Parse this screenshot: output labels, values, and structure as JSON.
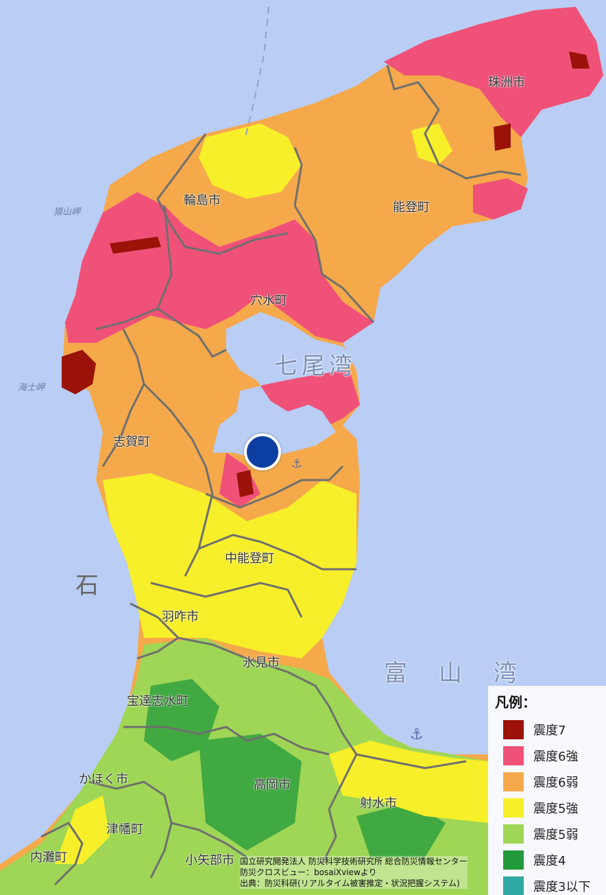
{
  "map": {
    "cities": [
      {
        "id": "suzu",
        "name": "珠洲市"
      },
      {
        "id": "wajima",
        "name": "輪島市"
      },
      {
        "id": "noto",
        "name": "能登町"
      },
      {
        "id": "anamizu",
        "name": "穴水町"
      },
      {
        "id": "shika",
        "name": "志賀町"
      },
      {
        "id": "nakanoto",
        "name": "中能登町"
      },
      {
        "id": "hakui",
        "name": "羽咋市"
      },
      {
        "id": "himi",
        "name": "氷見市"
      },
      {
        "id": "hodatsushimizu",
        "name": "宝達志水町"
      },
      {
        "id": "kahoku",
        "name": "かほく市"
      },
      {
        "id": "takaoka",
        "name": "高岡市"
      },
      {
        "id": "imizu",
        "name": "射水市"
      },
      {
        "id": "tsubata",
        "name": "津幡町"
      },
      {
        "id": "uchinada",
        "name": "内灘町"
      },
      {
        "id": "oyabe",
        "name": "小矢部市"
      }
    ],
    "water_labels": {
      "nanao_bay": "七尾湾",
      "toyama_bay": "富　山　湾"
    },
    "pref_label": "石",
    "geo_labels": {
      "sekiyama": "猿山岬",
      "amadomisaki": "海士岬"
    },
    "marker": {
      "name": "epicenter"
    }
  },
  "legend": {
    "title": "凡例：",
    "items": [
      {
        "label": "震度7",
        "color": "#9b1208"
      },
      {
        "label": "震度6強",
        "color": "#f05178"
      },
      {
        "label": "震度6弱",
        "color": "#f5a94b"
      },
      {
        "label": "震度5強",
        "color": "#f7ef2a"
      },
      {
        "label": "震度5弱",
        "color": "#9fd655"
      },
      {
        "label": "震度4",
        "color": "#229a3c"
      },
      {
        "label": "震度3以下",
        "color": "#2fa9a3"
      }
    ]
  },
  "credit": {
    "line1": "国立研究開発法人 防災科学技術研究所 総合防災情報センター",
    "line2": "防災クロスビュー：bosaiXviewより",
    "line3": "出典：防災科研(リアルタイム被害推定・状況把握システム)"
  }
}
